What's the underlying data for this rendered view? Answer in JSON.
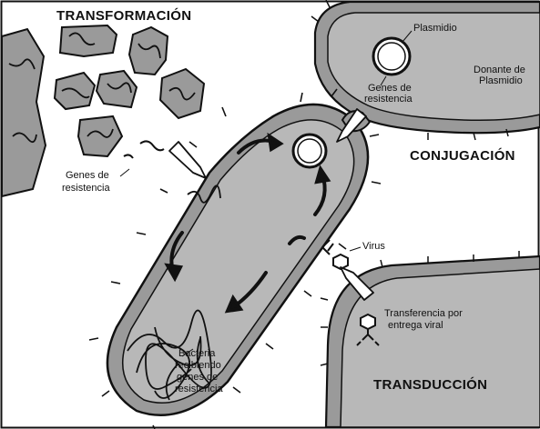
{
  "labels": {
    "transformation_title": "TRANSFORMACIÓN",
    "conjugation_title": "CONJUGACIÓN",
    "transduction_title": "TRANSDUCCIÓN",
    "plasmid": "Plasmidio",
    "donor_line1": "Donante de",
    "donor_line2": "Plasmidio",
    "genes_in_donor_line1": "Genes de",
    "genes_in_donor_line2": "resistencia",
    "free_genes_line1": "Genes de",
    "free_genes_line2": "resistencia",
    "virus": "Virus",
    "transfer_line1": "Transferencia por",
    "transfer_line2": "entrega viral",
    "recipient_line1": "Bacteria",
    "recipient_line2": "recibiendo",
    "recipient_line3": "genes de",
    "recipient_line4": "resistencia"
  },
  "colors": {
    "cell_fill": "#9a9a9a",
    "cell_inner": "#b8b8b8",
    "outline": "#111111",
    "background": "#ffffff"
  }
}
